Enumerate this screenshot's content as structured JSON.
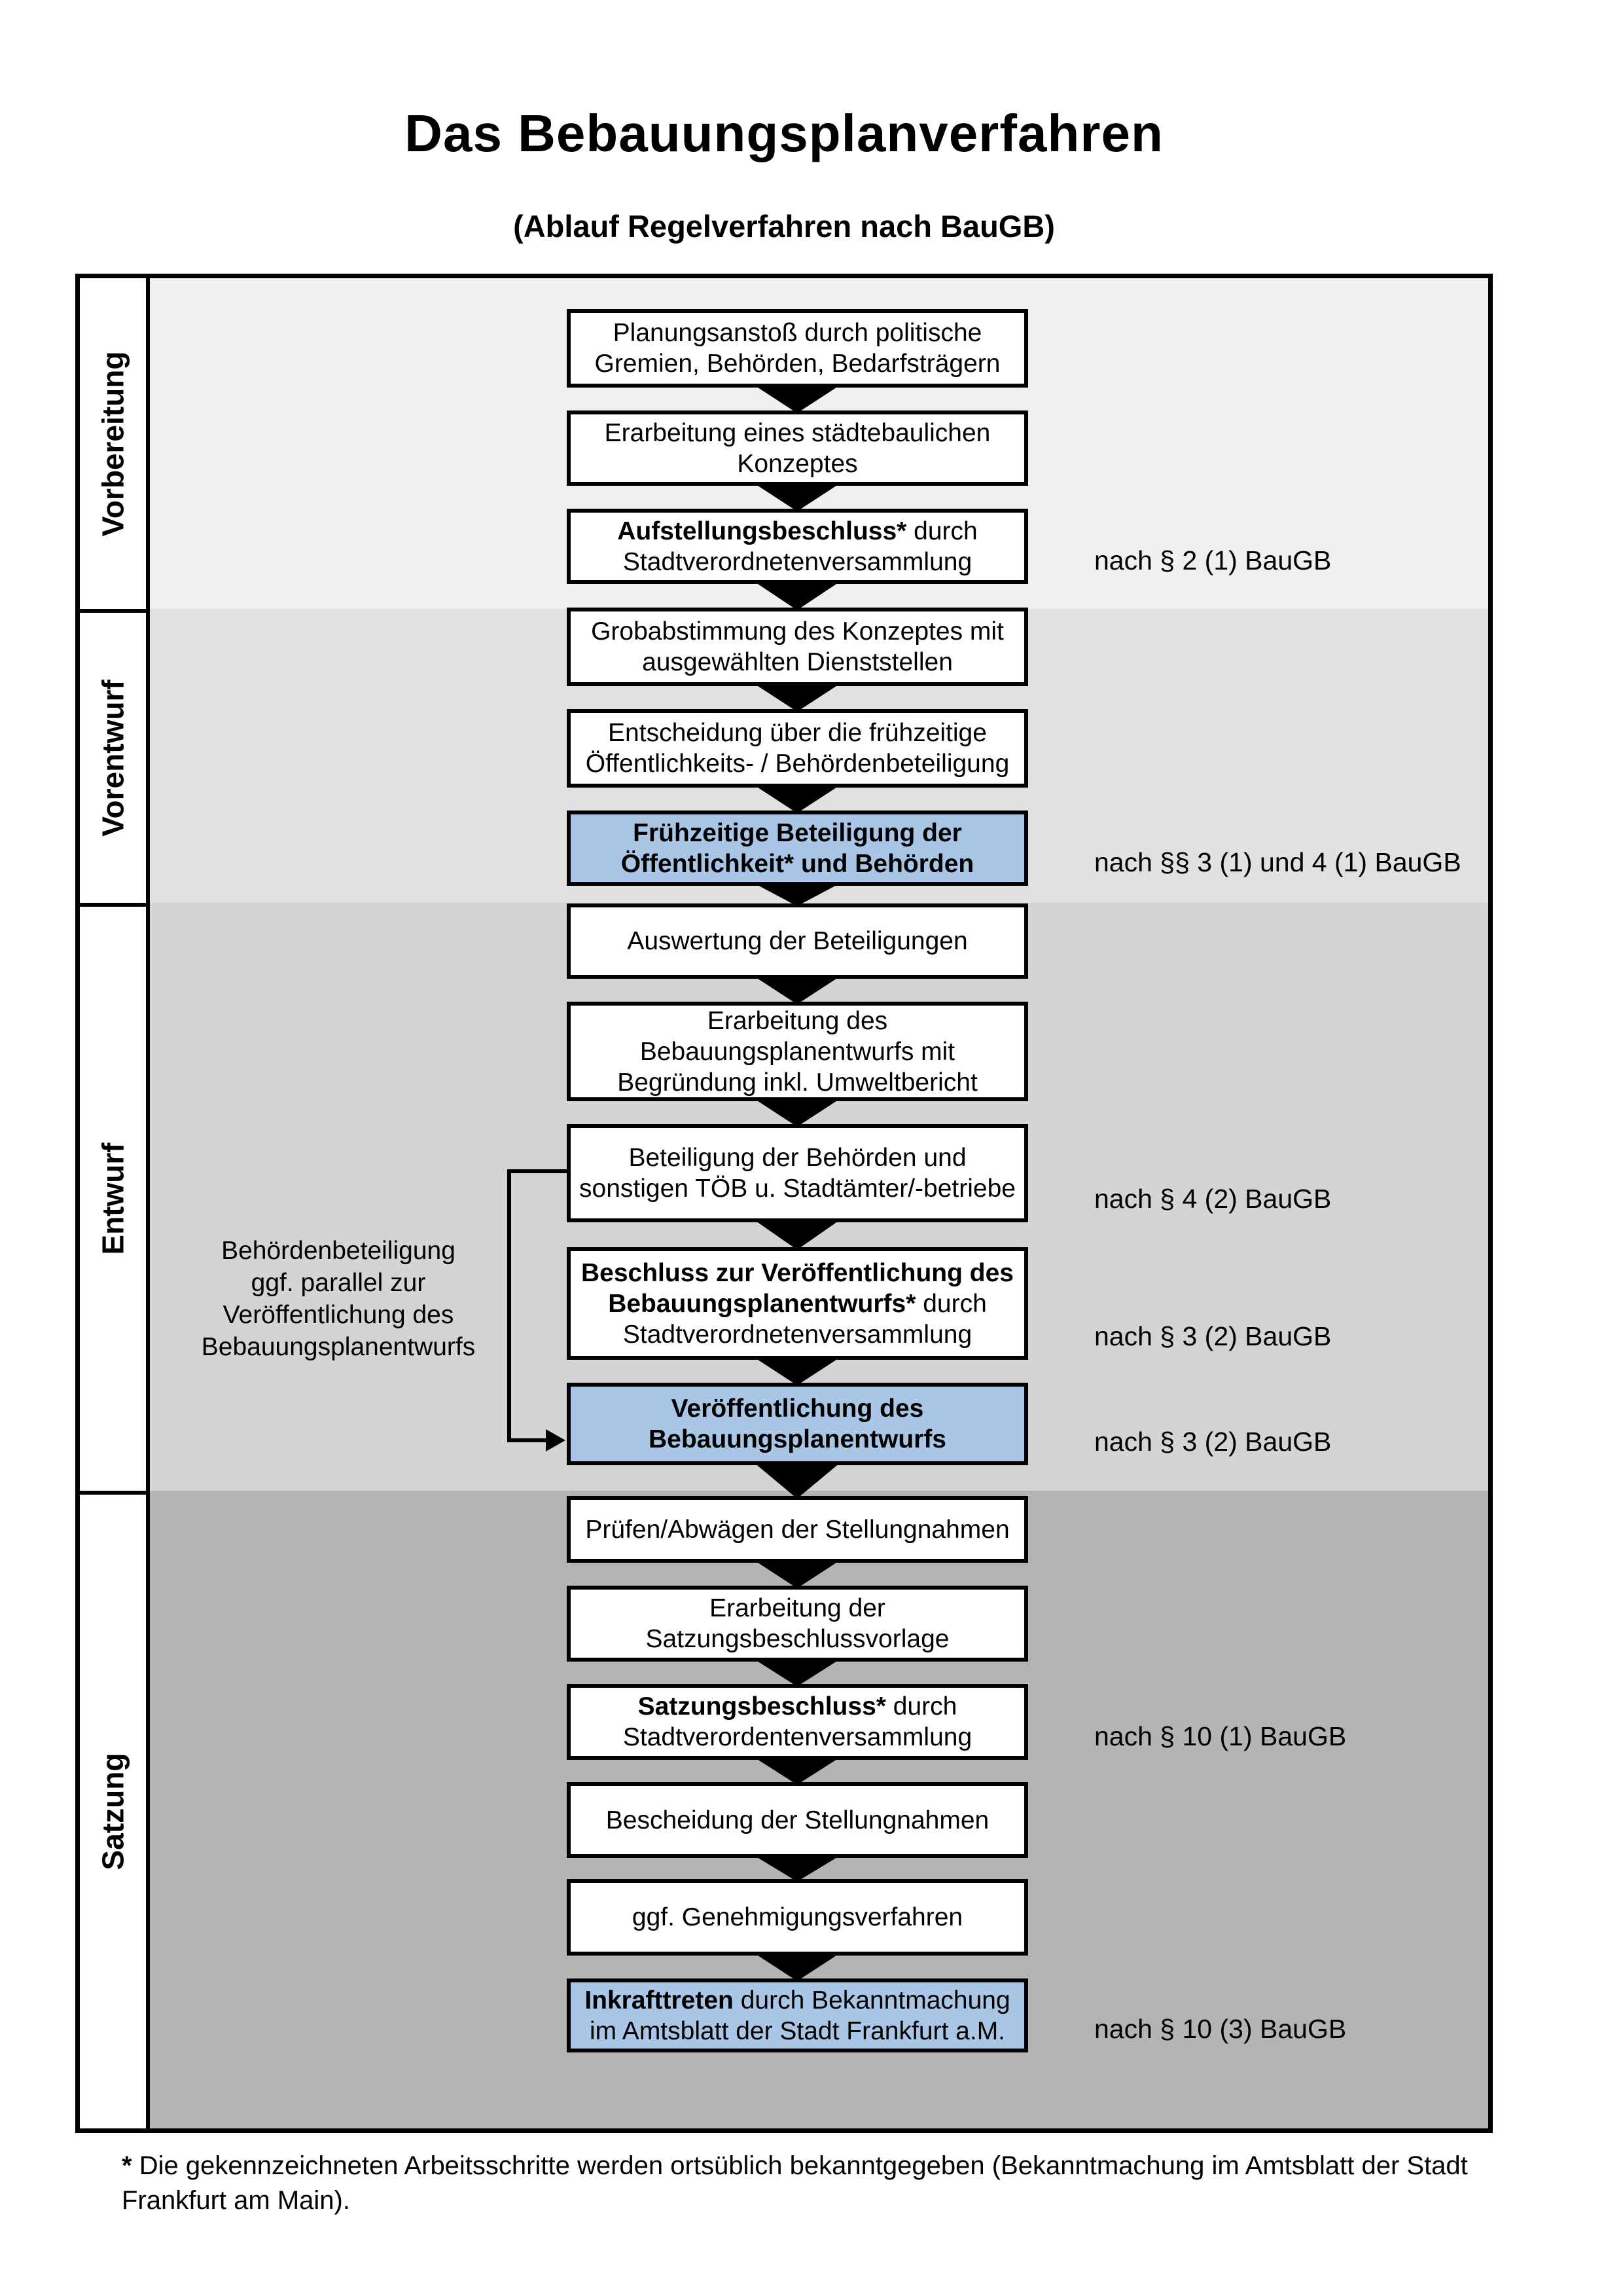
{
  "title": "Das Bebauungsplanverfahren",
  "subtitle": "(Ablauf Regelverfahren nach BauGB)",
  "phases": [
    {
      "label": "Vorbereitung"
    },
    {
      "label": "Vorentwurf"
    },
    {
      "label": "Entwurf"
    },
    {
      "label": "Satzung"
    }
  ],
  "steps": [
    {
      "id": "planungsanstoss",
      "highlight": false,
      "ref": null,
      "lines": [
        [
          {
            "t": "Planungsanstoß durch politische",
            "b": false
          }
        ],
        [
          {
            "t": "Gremien, Behörden, Bedarfsträgern",
            "b": false
          }
        ]
      ]
    },
    {
      "id": "staedtebauliches-konzept",
      "highlight": false,
      "ref": null,
      "lines": [
        [
          {
            "t": "Erarbeitung eines städtebaulichen",
            "b": false
          }
        ],
        [
          {
            "t": "Konzeptes",
            "b": false
          }
        ]
      ]
    },
    {
      "id": "aufstellungsbeschluss",
      "highlight": false,
      "ref": "nach § 2 (1) BauGB",
      "lines": [
        [
          {
            "t": "Aufstellungsbeschluss*",
            "b": true
          },
          {
            "t": " durch",
            "b": false
          }
        ],
        [
          {
            "t": "Stadtverordnetenversammlung",
            "b": false
          }
        ]
      ]
    },
    {
      "id": "grobabstimmung",
      "highlight": false,
      "ref": null,
      "lines": [
        [
          {
            "t": "Grobabstimmung des Konzeptes mit",
            "b": false
          }
        ],
        [
          {
            "t": "ausgewählten Dienststellen",
            "b": false
          }
        ]
      ]
    },
    {
      "id": "entscheidung-beteiligung",
      "highlight": false,
      "ref": null,
      "lines": [
        [
          {
            "t": "Entscheidung über die frühzeitige",
            "b": false
          }
        ],
        [
          {
            "t": "Öffentlichkeits- / Behördenbeteiligung",
            "b": false
          }
        ]
      ]
    },
    {
      "id": "fruehzeitige-beteiligung",
      "highlight": true,
      "ref": "nach §§ 3 (1) und 4 (1) BauGB",
      "lines": [
        [
          {
            "t": "Frühzeitige Beteiligung der",
            "b": true
          }
        ],
        [
          {
            "t": "Öffentlichkeit* und Behörden",
            "b": true
          }
        ]
      ]
    },
    {
      "id": "auswertung-beteiligungen",
      "highlight": false,
      "ref": null,
      "lines": [
        [
          {
            "t": "Auswertung der Beteiligungen",
            "b": false
          }
        ]
      ]
    },
    {
      "id": "erarbeitung-entwurf",
      "highlight": false,
      "ref": null,
      "lines": [
        [
          {
            "t": "Erarbeitung des",
            "b": false
          }
        ],
        [
          {
            "t": "Bebauungsplanentwurfs mit",
            "b": false
          }
        ],
        [
          {
            "t": "Begründung inkl. Umweltbericht",
            "b": false
          }
        ]
      ]
    },
    {
      "id": "beteiligung-behoerden",
      "highlight": false,
      "ref": "nach § 4 (2) BauGB",
      "lines": [
        [
          {
            "t": "Beteiligung der Behörden und",
            "b": false
          }
        ],
        [
          {
            "t": "sonstigen TÖB u. Stadtämter/-betriebe",
            "b": false
          }
        ]
      ]
    },
    {
      "id": "beschluss-veroeffentlichung",
      "highlight": false,
      "ref": "nach § 3 (2) BauGB",
      "lines": [
        [
          {
            "t": "Beschluss zur Veröffentlichung des",
            "b": true
          }
        ],
        [
          {
            "t": "Bebauungsplanentwurfs*",
            "b": true
          },
          {
            "t": " durch",
            "b": false
          }
        ],
        [
          {
            "t": "Stadtverordnetenversammlung",
            "b": false
          }
        ]
      ]
    },
    {
      "id": "veroeffentlichung-entwurf",
      "highlight": true,
      "ref": "nach § 3 (2) BauGB",
      "lines": [
        [
          {
            "t": "Veröffentlichung des",
            "b": true
          }
        ],
        [
          {
            "t": "Bebauungsplanentwurfs",
            "b": true
          }
        ]
      ]
    },
    {
      "id": "pruefen-abwaegen",
      "highlight": false,
      "ref": null,
      "lines": [
        [
          {
            "t": "Prüfen/Abwägen der Stellungnahmen",
            "b": false
          }
        ]
      ]
    },
    {
      "id": "satzungsbeschlussvorlage",
      "highlight": false,
      "ref": null,
      "lines": [
        [
          {
            "t": "Erarbeitung der",
            "b": false
          }
        ],
        [
          {
            "t": "Satzungsbeschlussvorlage",
            "b": false
          }
        ]
      ]
    },
    {
      "id": "satzungsbeschluss",
      "highlight": false,
      "ref": "nach § 10 (1) BauGB",
      "lines": [
        [
          {
            "t": "Satzungsbeschluss*",
            "b": true
          },
          {
            "t": " durch",
            "b": false
          }
        ],
        [
          {
            "t": "Stadtverordentenversammlung",
            "b": false
          }
        ]
      ]
    },
    {
      "id": "bescheidung-stellungnahmen",
      "highlight": false,
      "ref": null,
      "lines": [
        [
          {
            "t": "Bescheidung der Stellungnahmen",
            "b": false
          }
        ]
      ]
    },
    {
      "id": "genehmigungsverfahren",
      "highlight": false,
      "ref": null,
      "lines": [
        [
          {
            "t": "ggf. Genehmigungsverfahren",
            "b": false
          }
        ]
      ]
    },
    {
      "id": "inkrafttreten",
      "highlight": true,
      "ref": "nach § 10 (3) BauGB",
      "lines": [
        [
          {
            "t": "Inkrafttreten",
            "b": true
          },
          {
            "t": " durch Bekanntmachung",
            "b": false
          }
        ],
        [
          {
            "t": "im Amtsblatt der Stadt Frankfurt a.M.",
            "b": false
          }
        ]
      ]
    }
  ],
  "side_note": "Behördenbeteiligung\nggf. parallel zur\nVeröffentlichung des\nBebauungsplanentwurfs",
  "footnote": {
    "marker": "*",
    "text": " Die gekennzeichneten Arbeitsschritte werden ortsüblich bekanntgegeben (Bekanntmachung im Amtsblatt  der Stadt\nFrankfurt am Main)."
  },
  "colors": {
    "highlight": "#a9c6e6",
    "band_vorbereitung": "#f0f0f0",
    "band_vorentwurf": "#e1e1e1",
    "band_entwurf": "#d4d4d4",
    "band_satzung": "#b4b4b4"
  }
}
